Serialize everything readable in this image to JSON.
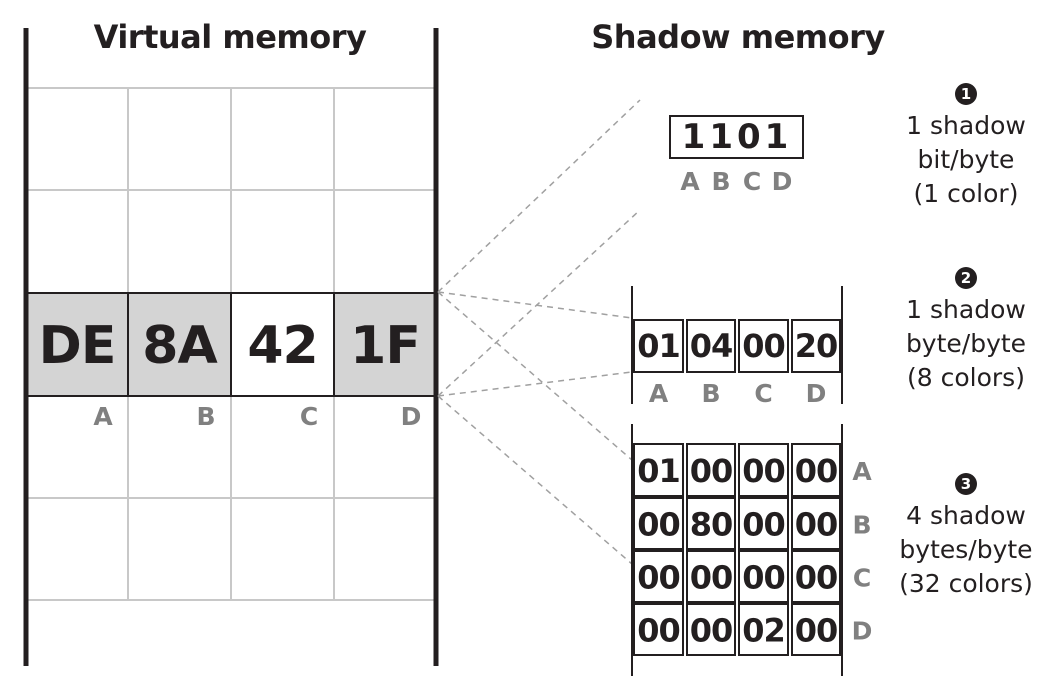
{
  "virtual_memory": {
    "title": "Virtual memory",
    "bytes": [
      {
        "value": "DE",
        "label": "A",
        "tainted": true
      },
      {
        "value": "8A",
        "label": "B",
        "tainted": true
      },
      {
        "value": "42",
        "label": "C",
        "tainted": false
      },
      {
        "value": "1F",
        "label": "D",
        "tainted": true
      }
    ]
  },
  "shadow_memory": {
    "title": "Shadow memory",
    "bit_scheme": {
      "bits": "1101",
      "labels": [
        "A",
        "B",
        "C",
        "D"
      ],
      "note": {
        "badge": "1",
        "lines": [
          "1 shadow",
          "bit/byte",
          "(1 color)"
        ]
      }
    },
    "byte_scheme": {
      "bytes": [
        "01",
        "04",
        "00",
        "20"
      ],
      "labels": [
        "A",
        "B",
        "C",
        "D"
      ],
      "note": {
        "badge": "2",
        "lines": [
          "1 shadow",
          "byte/byte",
          "(8 colors)"
        ]
      }
    },
    "multi_byte_scheme": {
      "rows": [
        {
          "label": "A",
          "bytes": [
            "01",
            "00",
            "00",
            "00"
          ]
        },
        {
          "label": "B",
          "bytes": [
            "00",
            "80",
            "00",
            "00"
          ]
        },
        {
          "label": "C",
          "bytes": [
            "00",
            "00",
            "00",
            "00"
          ]
        },
        {
          "label": "D",
          "bytes": [
            "00",
            "00",
            "02",
            "00"
          ]
        }
      ],
      "note": {
        "badge": "3",
        "lines": [
          "4 shadow",
          "bytes/byte",
          "(32 colors)"
        ]
      }
    }
  },
  "colors": {
    "tainted_fill": "#d4d4d4",
    "grid_line": "#c8c8c8",
    "dashed_line": "#a0a0a0",
    "stroke": "#231f20"
  }
}
